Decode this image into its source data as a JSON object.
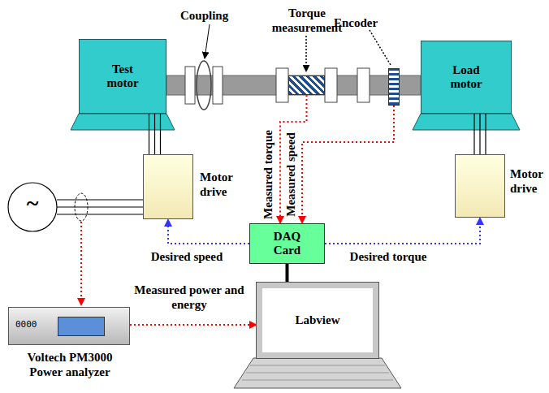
{
  "diagram": {
    "nodes": [
      {
        "text": [
          "Test motor"
        ]
      },
      {
        "text": [
          "Torque measurement"
        ]
      },
      {
        "text": [
          "Encoder"
        ]
      },
      {
        "text": [
          "Load motor"
        ]
      },
      {
        "text": [
          "Motor drive"
        ]
      },
      {
        "text": [
          "Motor drive"
        ]
      },
      {
        "text": [
          "DAQ Card"
        ]
      },
      {
        "text": [
          "Labview"
        ]
      },
      {
        "text": [
          "0000",
          "Voltech PM3000 Power analyzer"
        ]
      }
    ],
    "edges": [
      {
        "from": 6,
        "to": 4,
        "label": "Desired speed",
        "arrow": "to"
      },
      {
        "from": 6,
        "to": 5,
        "label": "Desired torque",
        "arrow": "to"
      },
      {
        "from": 1,
        "to": 6,
        "label": "Measured torque",
        "arrow": "to"
      },
      {
        "from": 2,
        "to": 6,
        "label": "Measured speed",
        "arrow": "to"
      },
      {
        "from": 8,
        "to": 7,
        "label": "Measured power and energy",
        "arrow": "to"
      },
      {
        "from": 6,
        "to": 7,
        "arrow": "none"
      },
      {
        "from": 0,
        "to": 4,
        "arrow": "none"
      },
      {
        "from": 3,
        "to": 5,
        "arrow": "none"
      }
    ],
    "labels": [
      "Coupling",
      "~"
    ]
  }
}
